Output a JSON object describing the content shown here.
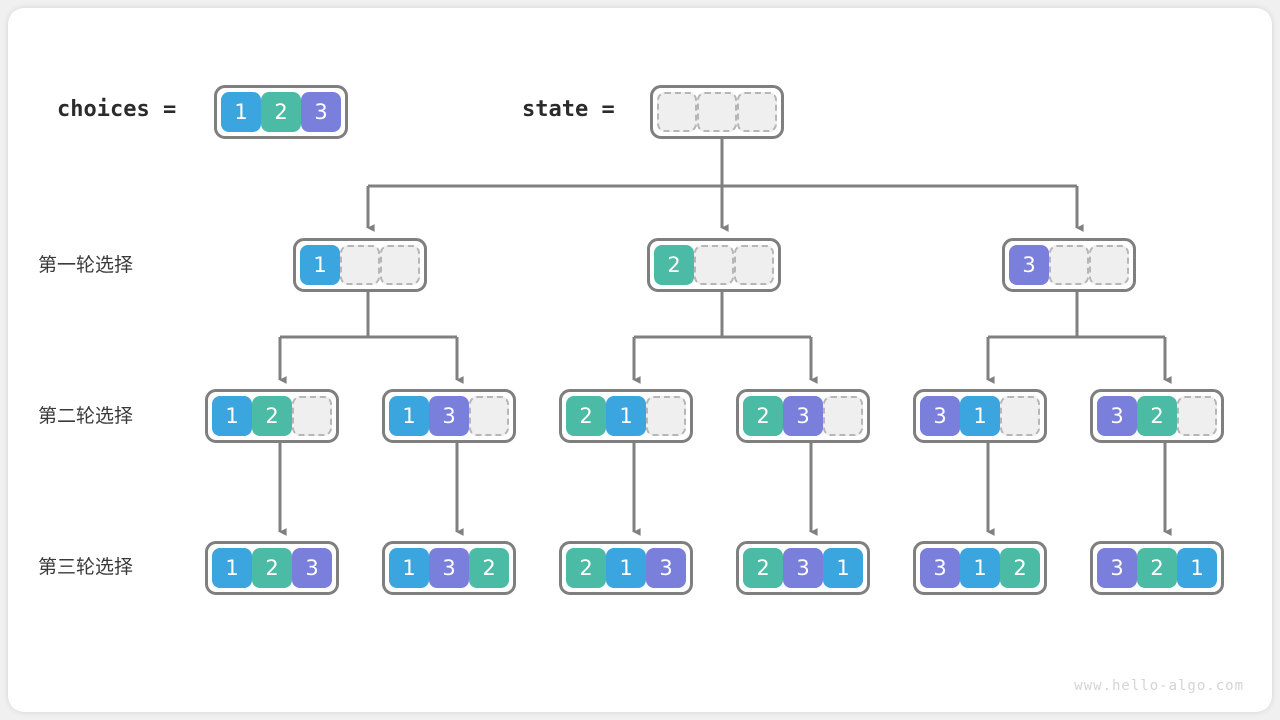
{
  "meta": {
    "watermark": "www.hello-algo.com",
    "colors": {
      "value_1": "#3ba5e0",
      "value_2": "#4cbba5",
      "value_3": "#7b7fdc",
      "empty_cell": "#efefef",
      "empty_border": "#b6b6b6",
      "container_border": "#7f7f7f",
      "edge": "#808080",
      "background": "#f0f0f0",
      "card": "#ffffff"
    }
  },
  "header": {
    "choices_label": "choices  =",
    "choices_values": [
      "1",
      "2",
      "3"
    ],
    "state_label": "state  =",
    "state_values": [
      "",
      "",
      ""
    ]
  },
  "row_labels": [
    "第一轮选择",
    "第二轮选择",
    "第三轮选择"
  ],
  "tree": {
    "round1": [
      {
        "id": "r1-n1",
        "cells": [
          "1",
          "",
          ""
        ]
      },
      {
        "id": "r1-n2",
        "cells": [
          "2",
          "",
          ""
        ]
      },
      {
        "id": "r1-n3",
        "cells": [
          "3",
          "",
          ""
        ]
      }
    ],
    "round2": [
      {
        "id": "r2-n1",
        "cells": [
          "1",
          "2",
          ""
        ]
      },
      {
        "id": "r2-n2",
        "cells": [
          "1",
          "3",
          ""
        ]
      },
      {
        "id": "r2-n3",
        "cells": [
          "2",
          "1",
          ""
        ]
      },
      {
        "id": "r2-n4",
        "cells": [
          "2",
          "3",
          ""
        ]
      },
      {
        "id": "r2-n5",
        "cells": [
          "3",
          "1",
          ""
        ]
      },
      {
        "id": "r2-n6",
        "cells": [
          "3",
          "2",
          ""
        ]
      }
    ],
    "round3": [
      {
        "id": "r3-n1",
        "cells": [
          "1",
          "2",
          "3"
        ]
      },
      {
        "id": "r3-n2",
        "cells": [
          "1",
          "3",
          "2"
        ]
      },
      {
        "id": "r3-n3",
        "cells": [
          "2",
          "1",
          "3"
        ]
      },
      {
        "id": "r3-n4",
        "cells": [
          "2",
          "3",
          "1"
        ]
      },
      {
        "id": "r3-n5",
        "cells": [
          "3",
          "1",
          "2"
        ]
      },
      {
        "id": "r3-n6",
        "cells": [
          "3",
          "2",
          "1"
        ]
      }
    ]
  }
}
